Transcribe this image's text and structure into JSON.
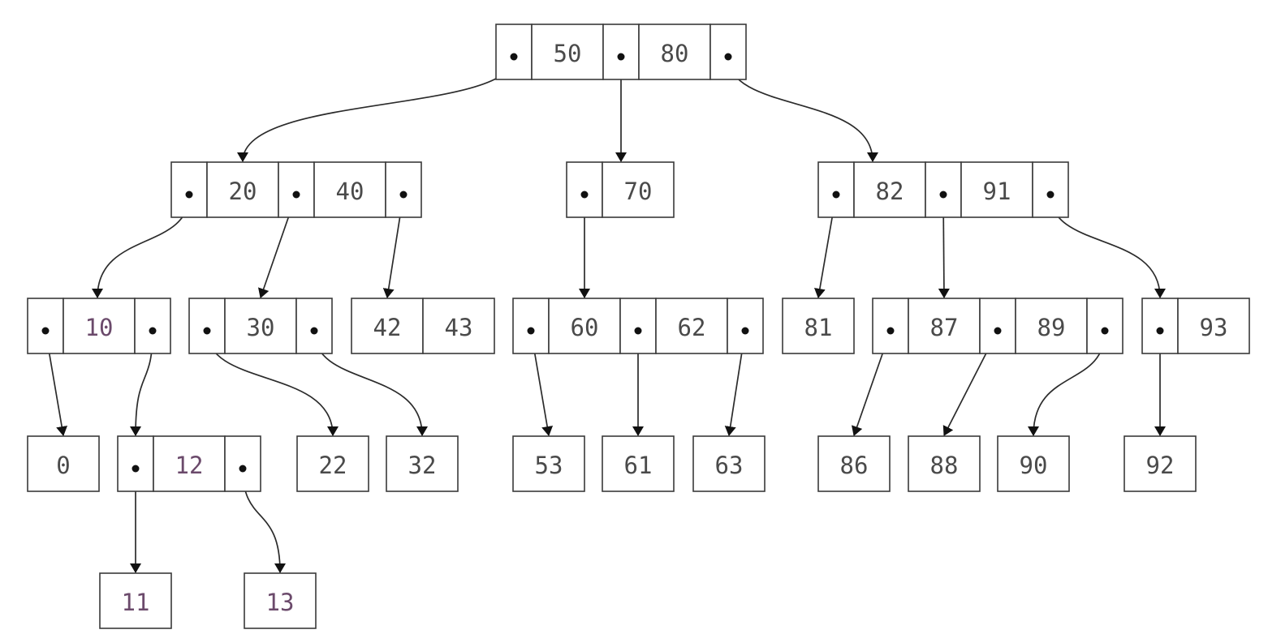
{
  "colors": {
    "stroke": "#3a3a3a",
    "text": "#4a4a4a",
    "edge": "#2b2b2b"
  },
  "nodes": [
    {
      "id": "n-50-80",
      "level": 0,
      "cells": [
        "ptr",
        "50",
        "ptr",
        "80",
        "ptr"
      ]
    },
    {
      "id": "n-20-40",
      "level": 1,
      "cells": [
        "ptr",
        "20",
        "ptr",
        "40",
        "ptr"
      ]
    },
    {
      "id": "n-70",
      "level": 1,
      "cells": [
        "ptr",
        "70"
      ]
    },
    {
      "id": "n-82-91",
      "level": 1,
      "cells": [
        "ptr",
        "82",
        "ptr",
        "91",
        "ptr"
      ]
    },
    {
      "id": "n-10",
      "level": 2,
      "cells": [
        "ptr",
        "10",
        "ptr"
      ]
    },
    {
      "id": "n-30",
      "level": 2,
      "cells": [
        "ptr",
        "30",
        "ptr"
      ]
    },
    {
      "id": "n-42-43",
      "level": 2,
      "cells": [
        "42",
        "43"
      ]
    },
    {
      "id": "n-60-62",
      "level": 2,
      "cells": [
        "ptr",
        "60",
        "ptr",
        "62",
        "ptr"
      ]
    },
    {
      "id": "n-81",
      "level": 2,
      "cells": [
        "81"
      ]
    },
    {
      "id": "n-87-89",
      "level": 2,
      "cells": [
        "ptr",
        "87",
        "ptr",
        "89",
        "ptr"
      ]
    },
    {
      "id": "n-93",
      "level": 2,
      "cells": [
        "ptr",
        "93"
      ]
    },
    {
      "id": "n-0",
      "level": 3,
      "cells": [
        "0"
      ]
    },
    {
      "id": "n-12",
      "level": 3,
      "cells": [
        "ptr",
        "12",
        "ptr"
      ]
    },
    {
      "id": "n-22",
      "level": 3,
      "cells": [
        "22"
      ]
    },
    {
      "id": "n-32",
      "level": 3,
      "cells": [
        "32"
      ]
    },
    {
      "id": "n-53",
      "level": 3,
      "cells": [
        "53"
      ]
    },
    {
      "id": "n-61",
      "level": 3,
      "cells": [
        "61"
      ]
    },
    {
      "id": "n-63",
      "level": 3,
      "cells": [
        "63"
      ]
    },
    {
      "id": "n-86",
      "level": 3,
      "cells": [
        "86"
      ]
    },
    {
      "id": "n-88",
      "level": 3,
      "cells": [
        "88"
      ]
    },
    {
      "id": "n-90",
      "level": 3,
      "cells": [
        "90"
      ]
    },
    {
      "id": "n-92",
      "level": 3,
      "cells": [
        "92"
      ]
    },
    {
      "id": "n-11",
      "level": 4,
      "cells": [
        "11"
      ]
    },
    {
      "id": "n-13",
      "level": 4,
      "cells": [
        "13"
      ]
    }
  ],
  "edges": [
    {
      "from": "n-50-80",
      "ptr": 0,
      "to": "n-20-40"
    },
    {
      "from": "n-50-80",
      "ptr": 1,
      "to": "n-70"
    },
    {
      "from": "n-50-80",
      "ptr": 2,
      "to": "n-82-91"
    },
    {
      "from": "n-20-40",
      "ptr": 0,
      "to": "n-10"
    },
    {
      "from": "n-20-40",
      "ptr": 1,
      "to": "n-30"
    },
    {
      "from": "n-20-40",
      "ptr": 2,
      "to": "n-42-43"
    },
    {
      "from": "n-70",
      "ptr": 0,
      "to": "n-60-62"
    },
    {
      "from": "n-82-91",
      "ptr": 0,
      "to": "n-81"
    },
    {
      "from": "n-82-91",
      "ptr": 1,
      "to": "n-87-89"
    },
    {
      "from": "n-82-91",
      "ptr": 2,
      "to": "n-93"
    },
    {
      "from": "n-10",
      "ptr": 0,
      "to": "n-0"
    },
    {
      "from": "n-10",
      "ptr": 1,
      "to": "n-12"
    },
    {
      "from": "n-30",
      "ptr": 0,
      "to": "n-22"
    },
    {
      "from": "n-30",
      "ptr": 1,
      "to": "n-32"
    },
    {
      "from": "n-60-62",
      "ptr": 0,
      "to": "n-53"
    },
    {
      "from": "n-60-62",
      "ptr": 1,
      "to": "n-61"
    },
    {
      "from": "n-60-62",
      "ptr": 2,
      "to": "n-63"
    },
    {
      "from": "n-87-89",
      "ptr": 0,
      "to": "n-86"
    },
    {
      "from": "n-87-89",
      "ptr": 1,
      "to": "n-88"
    },
    {
      "from": "n-87-89",
      "ptr": 2,
      "to": "n-90"
    },
    {
      "from": "n-93",
      "ptr": 0,
      "to": "n-92"
    },
    {
      "from": "n-12",
      "ptr": 0,
      "to": "n-11"
    },
    {
      "from": "n-12",
      "ptr": 1,
      "to": "n-13"
    }
  ]
}
